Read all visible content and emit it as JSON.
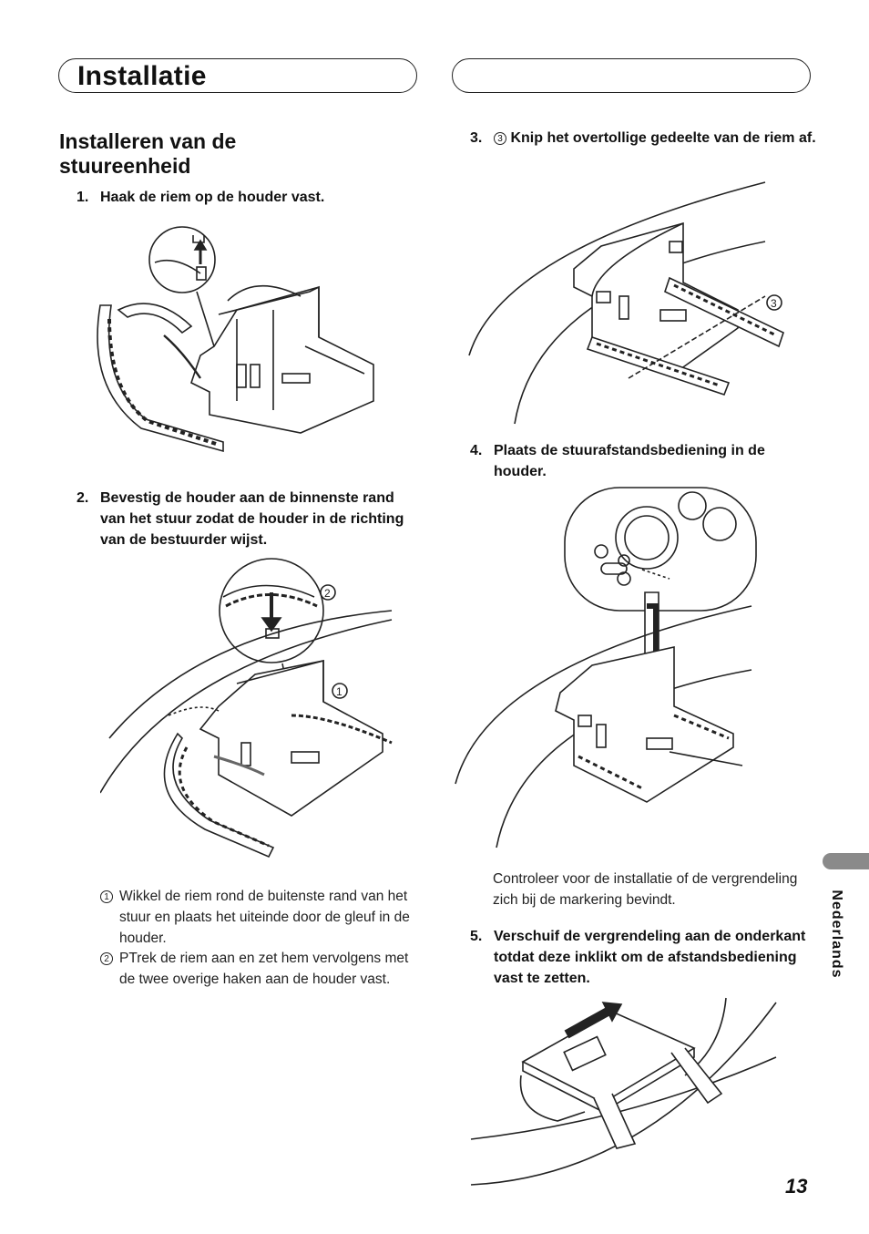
{
  "header": {
    "title": "Installatie",
    "right_title": ""
  },
  "section": {
    "title": "Installeren van de stuureenheid"
  },
  "steps": [
    {
      "num": "1.",
      "text": "Haak de riem op de houder vast."
    },
    {
      "num": "2.",
      "text": "Bevestig de houder aan de binnenste rand van het stuur zodat de houder in de richting van de bestuurder wijst."
    },
    {
      "num": "3.",
      "marker": "3",
      "text": "Knip het overtollige gedeelte van de riem af."
    },
    {
      "num": "4.",
      "text": "Plaats de stuurafstandsbediening in de houder."
    },
    {
      "num": "5.",
      "text": "Verschuif de vergrendeling aan de onderkant totdat deze inklikt om de afstandsbediening vast te zetten."
    }
  ],
  "notes": [
    {
      "marker": "1",
      "text": "Wikkel de riem rond de buitenste rand van het stuur en plaats het uiteinde door de gleuf in de houder."
    },
    {
      "marker": "2",
      "text": "PTrek de riem aan en zet hem vervolgens met de twee overige haken aan de houder vast."
    }
  ],
  "check_note": "Controleer voor de installatie of de vergrendeling zich bij de markering bevindt.",
  "figure_callouts": {
    "fig2_a": "2",
    "fig2_b": "1",
    "fig3": "3"
  },
  "side_tab": {
    "label": "Nederlands",
    "color": "#8a8a8a"
  },
  "page_number": "13"
}
